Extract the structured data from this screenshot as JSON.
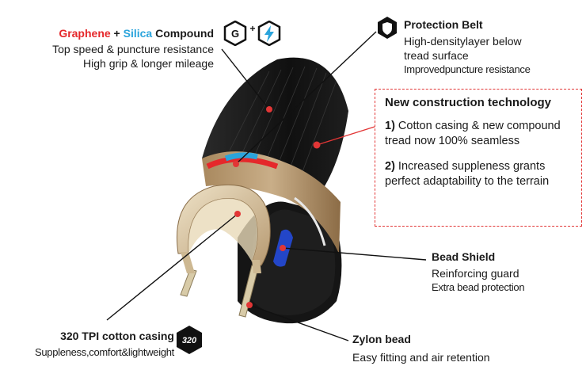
{
  "compound": {
    "title_part1": "Graphene",
    "title_plus": " + ",
    "title_part2": "Silica",
    "title_part3": " Compound",
    "line1": "Top speed & puncture resistance",
    "line2": "High grip & longer mileage",
    "icon_g_label": "G",
    "icon_plus": "+",
    "color_graphene": "#e5282b",
    "color_silica": "#2aa4dc"
  },
  "protection_belt": {
    "title": "Protection Belt",
    "line1": "High-densitylayer  below",
    "line2": "tread surface",
    "line3": "Improvedpuncture  resistance"
  },
  "new_construction": {
    "title": "New construction technology",
    "item1_num": "1)",
    "item1_text": " Cotton casing & new compound tread now 100% seamless",
    "item2_num": "2)",
    "item2_text": " Increased suppleness grants perfect adaptability to the terrain"
  },
  "bead_shield": {
    "title": "Bead Shield",
    "line1": "Reinforcing guard",
    "line2": "Extra bead  protection"
  },
  "cotton_casing": {
    "title": "320 TPI cotton casing",
    "line1": "Suppleness,comfort&lightweight",
    "badge": "320"
  },
  "zylon_bead": {
    "title": "Zylon bead",
    "line1": "Easy fitting and air retention"
  },
  "colors": {
    "accent_red": "#e23636",
    "tread_black": "#161616",
    "casing_tan": "#c9ae88",
    "bead_blue": "#2346c8"
  }
}
